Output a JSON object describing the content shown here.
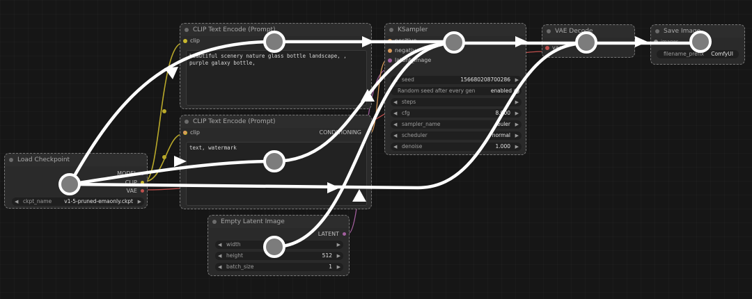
{
  "nodes": {
    "clip_top": {
      "title": "CLIP Text Encode (Prompt)",
      "input_clip": "clip",
      "text": "beautiful scenery nature glass bottle landscape, , purple galaxy bottle,"
    },
    "clip_bottom": {
      "title": "CLIP Text Encode (Prompt)",
      "input_clip": "clip",
      "output": "CONDITIONING",
      "text": "text, watermark"
    },
    "ksampler": {
      "title": "KSampler",
      "inputs": [
        "positive",
        "negative",
        "latent_image"
      ],
      "widgets": [
        {
          "label": "seed",
          "value": "156680208700286"
        },
        {
          "label": "Random seed after every gen",
          "value": "enabled",
          "toggle": true
        },
        {
          "label": "steps",
          "value": ""
        },
        {
          "label": "cfg",
          "value": "8.000"
        },
        {
          "label": "sampler_name",
          "value": "euler"
        },
        {
          "label": "scheduler",
          "value": "normal"
        },
        {
          "label": "denoise",
          "value": "1.000"
        }
      ]
    },
    "vae_decode": {
      "title": "VAE Decode",
      "input_vae": "vae"
    },
    "save_image": {
      "title": "Save Image",
      "input_images": "images",
      "widget_label": "filename_prefix",
      "widget_value": "ComfyUI"
    },
    "load_checkpoint": {
      "title": "Load Checkpoint",
      "outputs": [
        "MODEL",
        "CLIP",
        "VAE"
      ],
      "widget_label": "ckpt_name",
      "widget_value": "v1-5-pruned-emaonly.ckpt"
    },
    "empty_latent": {
      "title": "Empty Latent Image",
      "output": "LATENT",
      "widgets": [
        {
          "label": "width",
          "value": ""
        },
        {
          "label": "height",
          "value": "512"
        },
        {
          "label": "batch_size",
          "value": "1"
        }
      ]
    }
  },
  "colors": {
    "clip_link": "#b9a92a",
    "model_link": "#7a6bb5",
    "latent_link": "#a35f9e",
    "vae_link": "#c0504d",
    "overlay": "#ffffff"
  }
}
